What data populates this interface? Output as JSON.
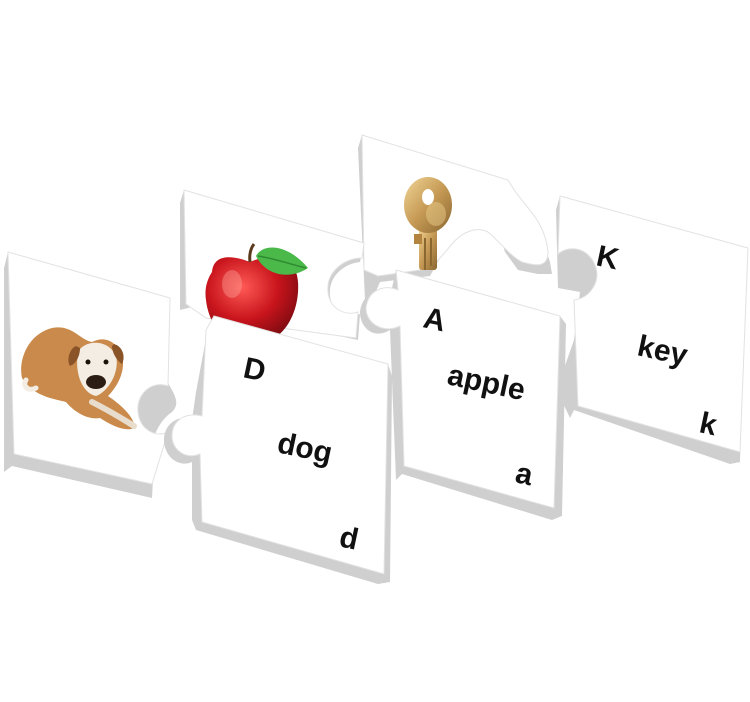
{
  "pairs": [
    {
      "picture": "dog",
      "upper": "D",
      "word": "dog",
      "lower": "d"
    },
    {
      "picture": "apple",
      "upper": "A",
      "word": "apple",
      "lower": "a"
    },
    {
      "picture": "key",
      "upper": "K",
      "word": "key",
      "lower": "k"
    }
  ],
  "colors": {
    "background": "#ffffff",
    "piece_face": "#ffffff",
    "piece_edge": "#cfcfcf",
    "text": "#111111",
    "apple_red": "#c8141c",
    "leaf_green": "#4bb94a",
    "key_brass": "#c69a55",
    "dog_tan": "#c98a4b"
  }
}
